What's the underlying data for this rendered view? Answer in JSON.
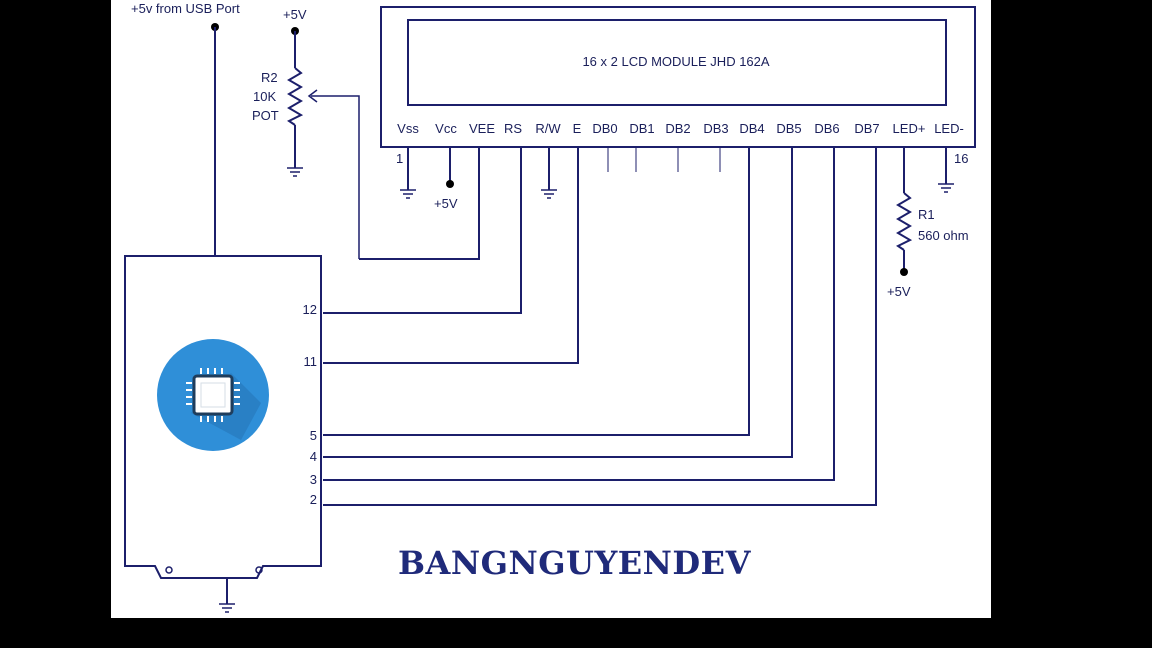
{
  "labels": {
    "usb": "+5v from USB Port",
    "pot_vcc": "+5V",
    "r2": "R2",
    "r2_value": "10K",
    "r2_type": "POT",
    "lcd_title": "16 x 2 LCD MODULE  JHD   162A",
    "vcc_bottom": "+5V",
    "r1": "R1",
    "r1_value": "560 ohm",
    "r1_vcc": "+5V",
    "pin_first": "1",
    "pin_last": "16",
    "brand": "BANGNGUYENDEV"
  },
  "lcd_pins": [
    "Vss",
    "Vcc",
    "VEE",
    "RS",
    "R/W",
    "E",
    "DB0",
    "DB1",
    "DB2",
    "DB3",
    "DB4",
    "DB5",
    "DB6",
    "DB7",
    "LED+",
    "LED-"
  ],
  "board_pins": [
    "12",
    "11",
    "5",
    "4",
    "3",
    "2"
  ],
  "colors": {
    "wire": "#1c1f6b",
    "brand": "#1f2a7a",
    "chip_bg": "#2f8fd8",
    "background": "#000000"
  },
  "icons": {
    "chip": "microcontroller-chip-icon"
  }
}
